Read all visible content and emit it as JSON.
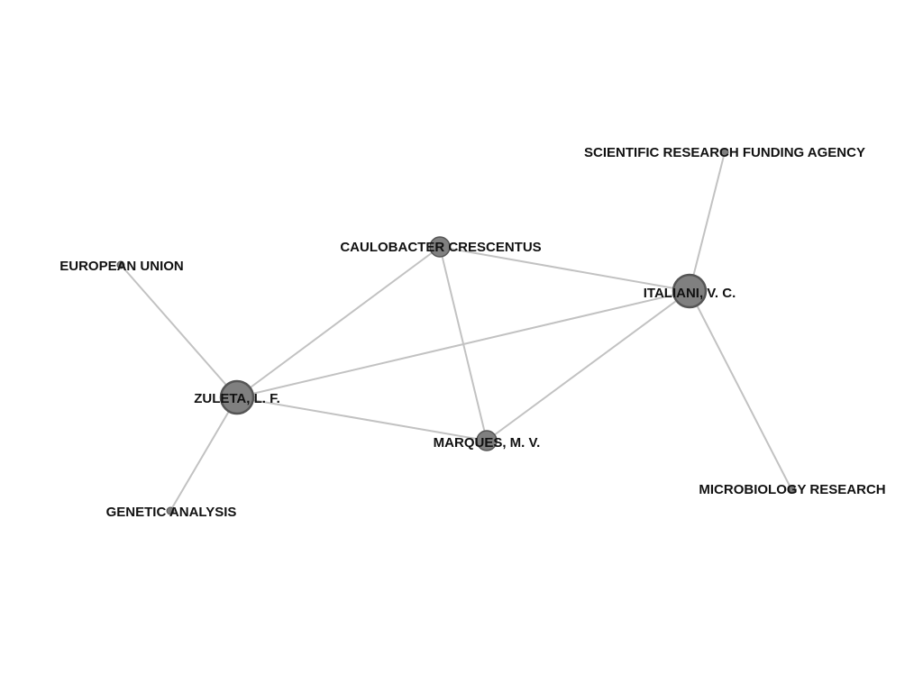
{
  "network": {
    "nodes": [
      {
        "id": "zuleta",
        "label": "ZULETA, L. F."
      },
      {
        "id": "italiani",
        "label": "ITALIANI, V. C."
      },
      {
        "id": "caulobacter",
        "label": "CAULOBACTER CRESCENTUS"
      },
      {
        "id": "marques",
        "label": "MARQUES, M. V."
      },
      {
        "id": "european_union",
        "label": "EUROPEAN UNION"
      },
      {
        "id": "genetic_analysis",
        "label": "GENETIC ANALYSIS"
      },
      {
        "id": "scientific_research",
        "label": "SCIENTIFIC RESEARCH FUNDING AGENCY"
      },
      {
        "id": "microbiology_research",
        "label": "MICROBIOLOGY RESEARCH"
      }
    ],
    "edges": [
      [
        "zuleta",
        "caulobacter"
      ],
      [
        "zuleta",
        "italiani"
      ],
      [
        "zuleta",
        "marques"
      ],
      [
        "zuleta",
        "european_union"
      ],
      [
        "zuleta",
        "genetic_analysis"
      ],
      [
        "caulobacter",
        "italiani"
      ],
      [
        "caulobacter",
        "marques"
      ],
      [
        "marques",
        "italiani"
      ],
      [
        "italiani",
        "scientific_research"
      ],
      [
        "italiani",
        "microbiology_research"
      ]
    ]
  }
}
